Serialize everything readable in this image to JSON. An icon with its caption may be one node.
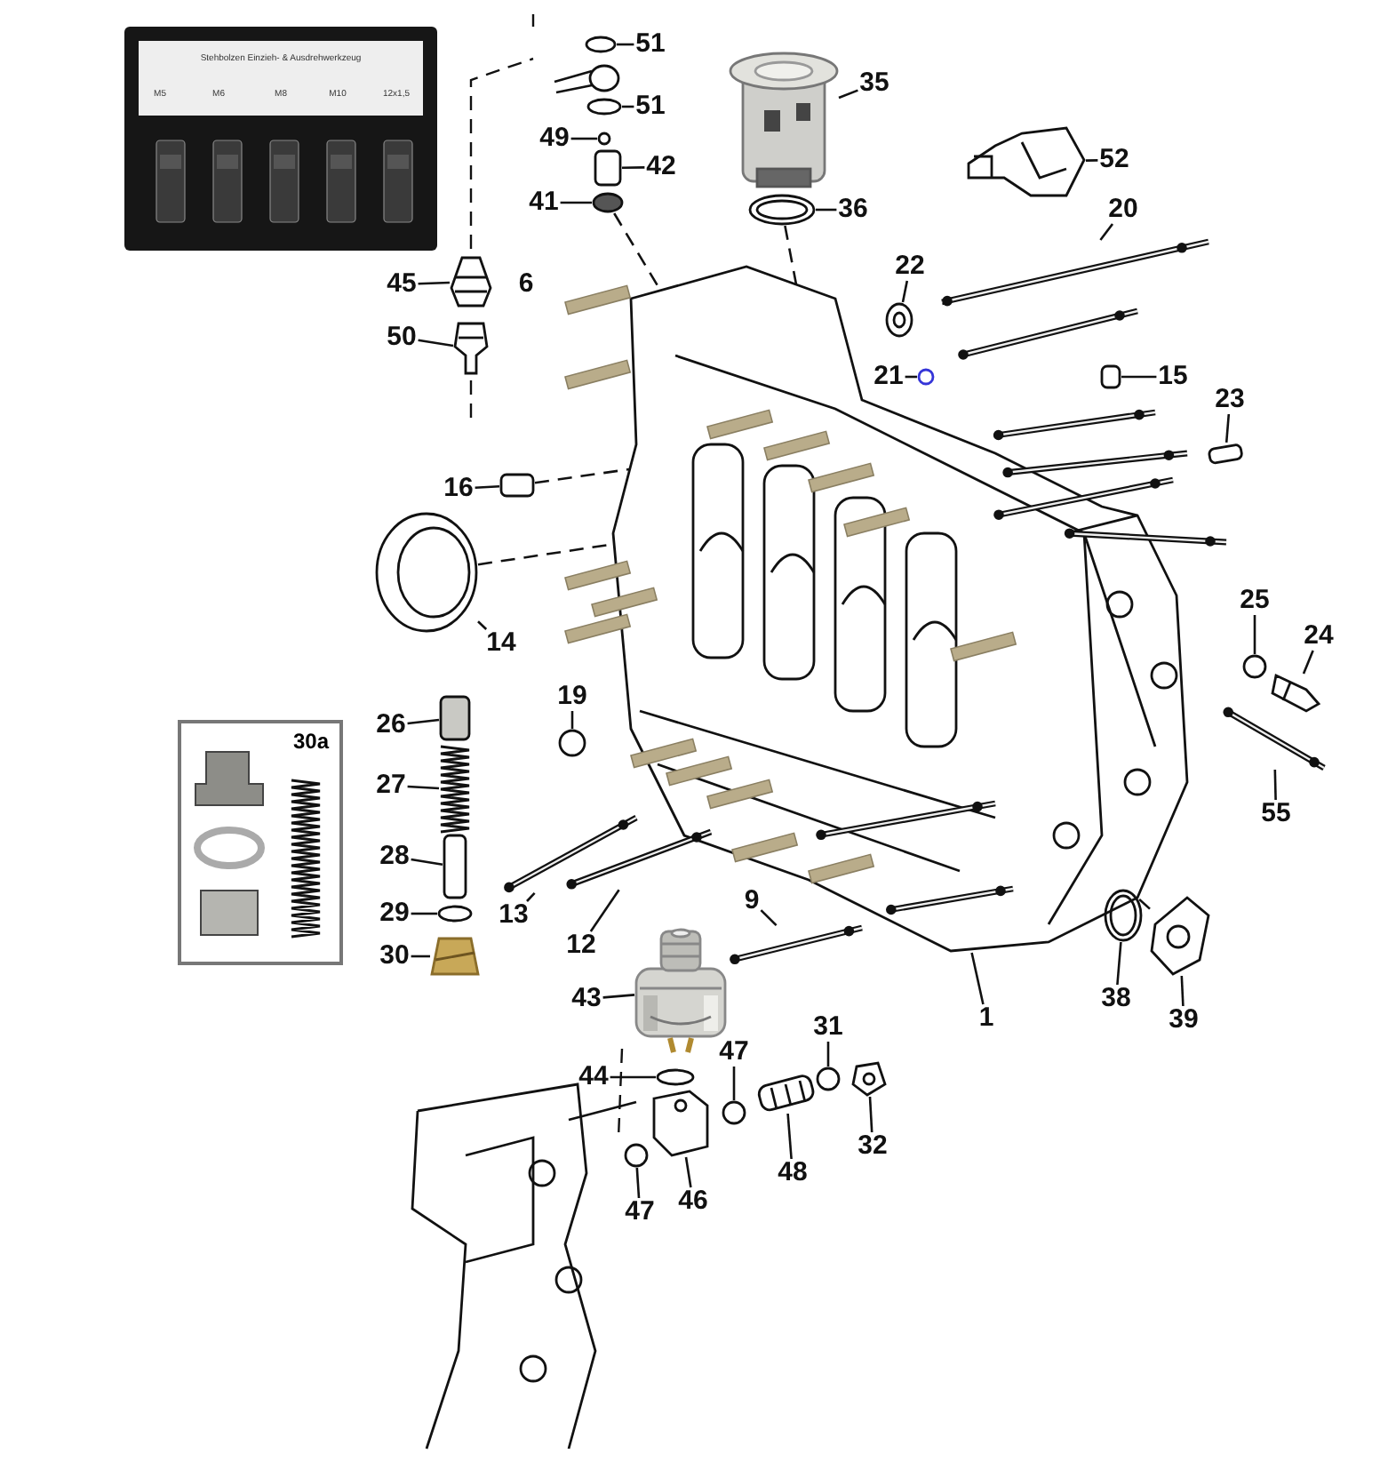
{
  "diagram": {
    "nodes": [
      {
        "text": [
          "51"
        ]
      },
      {
        "text": [
          "51"
        ]
      },
      {
        "text": [
          "49"
        ]
      },
      {
        "text": [
          "42"
        ]
      },
      {
        "text": [
          "41"
        ]
      },
      {
        "text": [
          "35"
        ]
      },
      {
        "text": [
          "36"
        ]
      },
      {
        "text": [
          "52"
        ]
      },
      {
        "text": [
          "20"
        ]
      },
      {
        "text": [
          "45"
        ]
      },
      {
        "text": [
          "22"
        ]
      },
      {
        "text": [
          "21"
        ]
      },
      {
        "text": [
          "15"
        ]
      },
      {
        "text": [
          "50"
        ]
      },
      {
        "text": [
          "23"
        ]
      },
      {
        "text": [
          "16"
        ]
      },
      {
        "text": [
          "14"
        ]
      },
      {
        "text": [
          "30a"
        ]
      },
      {
        "text": [
          "26"
        ]
      },
      {
        "text": [
          "27"
        ]
      },
      {
        "text": [
          "28"
        ]
      },
      {
        "text": [
          "29"
        ]
      },
      {
        "text": [
          "30"
        ]
      },
      {
        "text": [
          "19"
        ]
      },
      {
        "text": [
          "25"
        ]
      },
      {
        "text": [
          "24"
        ]
      },
      {
        "text": [
          "13"
        ]
      },
      {
        "text": [
          "12"
        ]
      },
      {
        "text": [
          "9"
        ]
      },
      {
        "text": [
          "55"
        ]
      },
      {
        "text": [
          "1"
        ]
      },
      {
        "text": [
          "38"
        ]
      },
      {
        "text": [
          "39"
        ]
      },
      {
        "text": [
          "43"
        ]
      },
      {
        "text": [
          "44"
        ]
      },
      {
        "text": [
          "47"
        ]
      },
      {
        "text": [
          "31"
        ]
      },
      {
        "text": [
          "32"
        ]
      },
      {
        "text": [
          "48"
        ]
      },
      {
        "text": [
          "47"
        ]
      },
      {
        "text": [
          "46"
        ]
      },
      {
        "text": [],
        "shape": "circle"
      },
      {
        "text": [],
        "shape": "circle"
      },
      {
        "text": [],
        "shape": "circle"
      },
      {
        "text": [],
        "shape": "box"
      },
      {
        "text": [],
        "shape": "circle"
      },
      {
        "text": [],
        "shape": "picture"
      },
      {
        "text": [],
        "shape": "circle"
      },
      {
        "text": [],
        "shape": "picture"
      },
      {
        "text": [],
        "shape": "picture"
      },
      {
        "text": [],
        "shape": "picture"
      },
      {
        "text": [],
        "shape": "circle"
      },
      {
        "text": [],
        "shape": "circle"
      },
      {
        "text": [],
        "shape": "box"
      },
      {
        "text": [],
        "shape": "picture"
      },
      {
        "text": [],
        "shape": "box"
      },
      {
        "text": [],
        "shape": "box"
      },
      {
        "text": [],
        "shape": "circle"
      },
      {
        "text": [],
        "shape": "box"
      },
      {
        "text": [],
        "shape": "picture"
      },
      {
        "text": [],
        "shape": "box"
      },
      {
        "text": [],
        "shape": "circle"
      },
      {
        "text": [],
        "shape": "picture"
      },
      {
        "text": [],
        "shape": "circle"
      },
      {
        "text": [],
        "shape": "circle"
      },
      {
        "text": [],
        "shape": "picture"
      },
      {
        "text": [],
        "shape": "picture"
      },
      {
        "text": [],
        "shape": "picture"
      },
      {
        "text": [],
        "shape": "picture"
      },
      {
        "text": [],
        "shape": "picture"
      },
      {
        "text": [],
        "shape": "picture"
      },
      {
        "text": [],
        "shape": "circle"
      },
      {
        "text": [],
        "shape": "picture"
      },
      {
        "text": [],
        "shape": "picture"
      },
      {
        "text": [],
        "shape": "circle"
      },
      {
        "text": [],
        "shape": "circle"
      },
      {
        "text": [],
        "shape": "circle"
      },
      {
        "text": [],
        "shape": "picture"
      },
      {
        "text": [],
        "shape": "picture"
      },
      {
        "text": [],
        "shape": "circle"
      },
      {
        "text": [],
        "shape": "picture"
      }
    ],
    "edges": [
      {
        "from": 0,
        "to": 41,
        "arrow": "none"
      },
      {
        "from": 1,
        "to": 42,
        "arrow": "none"
      },
      {
        "from": 2,
        "to": 43,
        "arrow": "none"
      },
      {
        "from": 3,
        "to": 44,
        "arrow": "none"
      },
      {
        "from": 4,
        "to": 45,
        "arrow": "none"
      },
      {
        "from": 5,
        "to": 46,
        "arrow": "none"
      },
      {
        "from": 6,
        "to": 47,
        "arrow": "none"
      },
      {
        "from": 7,
        "to": 48,
        "arrow": "none"
      },
      {
        "from": 8,
        "to": 49,
        "arrow": "none"
      },
      {
        "from": 9,
        "to": 50,
        "arrow": "none"
      },
      {
        "from": 10,
        "to": 51,
        "arrow": "none"
      },
      {
        "from": 11,
        "to": 52,
        "arrow": "none"
      },
      {
        "from": 12,
        "to": 53,
        "arrow": "none"
      },
      {
        "from": 13,
        "to": 54,
        "arrow": "none"
      },
      {
        "from": 14,
        "to": 55,
        "arrow": "none"
      },
      {
        "from": 15,
        "to": 56,
        "arrow": "none"
      },
      {
        "from": 16,
        "to": 57,
        "arrow": "none"
      },
      {
        "from": 18,
        "to": 58,
        "arrow": "none"
      },
      {
        "from": 19,
        "to": 59,
        "arrow": "none"
      },
      {
        "from": 20,
        "to": 60,
        "arrow": "none"
      },
      {
        "from": 21,
        "to": 61,
        "arrow": "none"
      },
      {
        "from": 22,
        "to": 62,
        "arrow": "none"
      },
      {
        "from": 23,
        "to": 63,
        "arrow": "none"
      },
      {
        "from": 24,
        "to": 64,
        "arrow": "none"
      },
      {
        "from": 25,
        "to": 65,
        "arrow": "none"
      },
      {
        "from": 26,
        "to": 66,
        "arrow": "none"
      },
      {
        "from": 27,
        "to": 67,
        "arrow": "none"
      },
      {
        "from": 28,
        "to": 68,
        "arrow": "none"
      },
      {
        "from": 29,
        "to": 69,
        "arrow": "none"
      },
      {
        "from": 30,
        "to": 70,
        "arrow": "none"
      },
      {
        "from": 31,
        "to": 71,
        "arrow": "none"
      },
      {
        "from": 32,
        "to": 72,
        "arrow": "none"
      },
      {
        "from": 33,
        "to": 73,
        "arrow": "none"
      },
      {
        "from": 34,
        "to": 74,
        "arrow": "none"
      },
      {
        "from": 35,
        "to": 75,
        "arrow": "none"
      },
      {
        "from": 36,
        "to": 76,
        "arrow": "none"
      },
      {
        "from": 37,
        "to": 77,
        "arrow": "none"
      },
      {
        "from": 38,
        "to": 78,
        "arrow": "none"
      },
      {
        "from": 39,
        "to": 79,
        "arrow": "none"
      },
      {
        "from": 40,
        "to": 80,
        "arrow": "none"
      },
      {
        "from": 45,
        "to": 70,
        "arrow": "none",
        "style": "dashed"
      },
      {
        "from": 47,
        "to": 70,
        "arrow": "none",
        "style": "dashed"
      },
      {
        "from": 56,
        "to": 70,
        "arrow": "none",
        "style": "dashed"
      },
      {
        "from": 57,
        "to": 70,
        "arrow": "none",
        "style": "dashed"
      },
      {
        "from": 72,
        "to": 70,
        "arrow": "none",
        "style": "dashed"
      }
    ],
    "labels": [
      "Stehbolzen Einzieh- & Ausdrehwerkzeug",
      "M5",
      "M6",
      "M8",
      "M10",
      "12x1,5",
      "6"
    ]
  }
}
